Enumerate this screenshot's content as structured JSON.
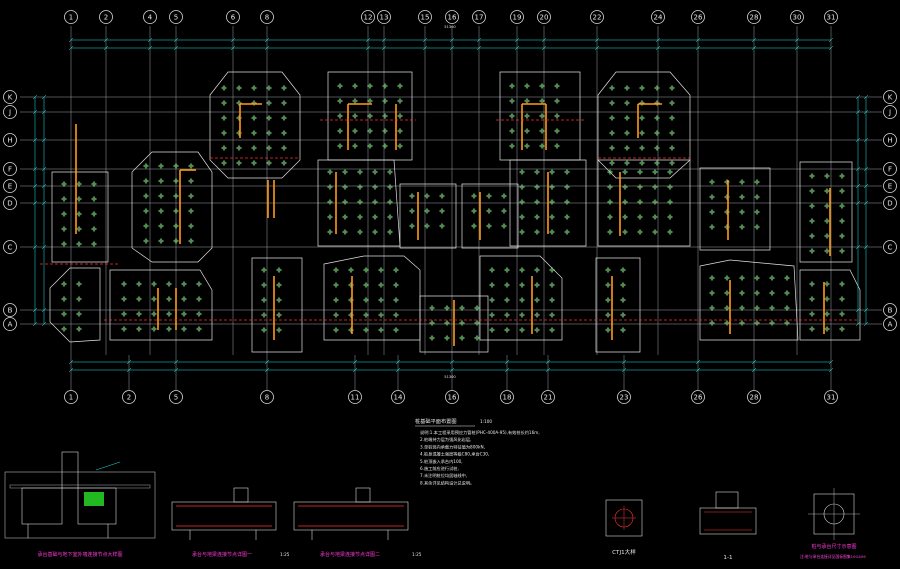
{
  "plan": {
    "col_axes_top": [
      "1",
      "2",
      "4",
      "5",
      "6",
      "8",
      "12",
      "13",
      "15",
      "16",
      "17",
      "19",
      "20",
      "22",
      "24",
      "26",
      "28",
      "30",
      "31"
    ],
    "col_axes_bottom": [
      "1",
      "2",
      "5",
      "8",
      "11",
      "14",
      "16",
      "18",
      "21",
      "23",
      "26",
      "28",
      "31"
    ],
    "row_axes": [
      "K",
      "J",
      "H",
      "F",
      "E",
      "D",
      "C",
      "B",
      "A"
    ],
    "overall_dim": "51300",
    "notes_title": "桩基础平面布置图",
    "notes_scale": "1:100",
    "notes": [
      "说明:1.本工程采用预应力管桩(PHC-400A-95),有效桩长约16m,",
      "2.桩端持力层为强风化岩层,",
      "3.单桩竖向承载力特征值为800kN,",
      "4.桩身混凝土强度等级C80,承台C30,",
      "5.桩顶嵌入承台内100,",
      "6.施工前应进行试桩,",
      "7.未注明桩位均居轴线中,",
      "8.其余详见结构设计总说明。"
    ]
  },
  "details": {
    "d1_caption": "承台基础与地下室外墙连接节点大样图",
    "d2_caption": "承台与地梁连接节点详图一",
    "d2_scale": "1:25",
    "d3_caption": "承台与地梁连接节点详图二",
    "d3_scale": "1:25",
    "d4_caption": "CTJ1大样",
    "d5_caption": "1-1",
    "d6_caption": "桩与承台尺寸示意图",
    "d6_note": "注:桩与承台连接详见国标图集10G409"
  },
  "colors": {
    "background": "#000000",
    "axis": "#d8d8d8",
    "dimension": "#22e8e8",
    "pile": "#3fd03f",
    "wall": "#ff9a1a",
    "beam": "#ff3030",
    "annotation": "#ff4ae0"
  }
}
